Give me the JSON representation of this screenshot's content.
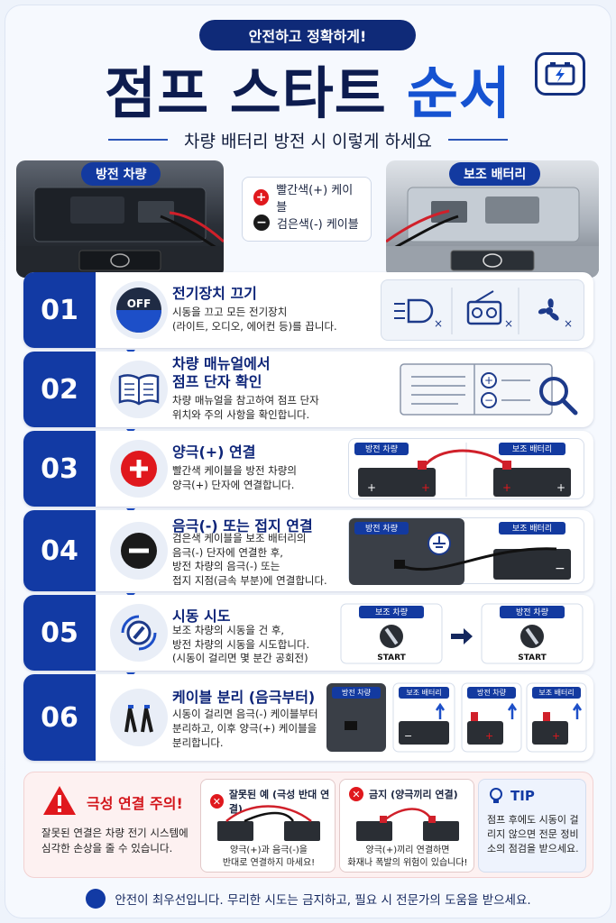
{
  "header": {
    "pill": "안전하고 정확하게!",
    "title_part1": "점프 스타트",
    "title_part2": "순서",
    "subtitle": "차량 배터리 방전 시 이렇게 하세요"
  },
  "cars": {
    "left_label": "방전 차량",
    "right_label": "보조 배터리"
  },
  "legend": {
    "red_label": "빨간색(+) 케이블",
    "black_label": "검은색(-) 케이블"
  },
  "steps": [
    {
      "num": "01",
      "title": "전기장치 끄기",
      "desc1": "시동을 끄고 모든 전기장치",
      "desc2": "(라이트, 오디오, 에어컨 등)를 끕니다.",
      "icon_label": "OFF"
    },
    {
      "num": "02",
      "title1": "차량 매뉴얼에서",
      "title2": "점프 단자 확인",
      "desc1": "차량 매뉴얼을 참고하여 점프 단자",
      "desc2": "위치와 주의 사항을 확인합니다."
    },
    {
      "num": "03",
      "title": "양극(+) 연결",
      "desc1": "빨간색 케이블을 방전 차량의",
      "desc2": "양극(+) 단자에 연결합니다.",
      "art_left": "방전 차량",
      "art_right": "보조 배터리"
    },
    {
      "num": "04",
      "title": "음극(-) 또는 접지 연결",
      "desc1": "검은색 케이블을 보조 배터리의",
      "desc2": "음극(-) 단자에 연결한 후,",
      "desc3": "방전 차량의 음극(-) 또는",
      "desc4": "접지 지점(금속 부분)에 연결합니다.",
      "art_left": "방전 차량",
      "art_right": "보조 배터리"
    },
    {
      "num": "05",
      "title": "시동 시도",
      "desc1": "보조 차량의 시동을 건 후,",
      "desc2": "방전 차량의 시동을 시도합니다.",
      "desc3": "(시동이 걸리면 몇 분간 공회전)",
      "art_left": "보조 차량",
      "art_right": "방전 차량",
      "start_label": "START"
    },
    {
      "num": "06",
      "title": "케이블 분리 (음극부터)",
      "desc1": "시동이 걸리면 음극(-) 케이블부터",
      "desc2": "분리하고, 이후 양극(+) 케이블을",
      "desc3": "분리합니다.",
      "art_labels": [
        "방전 차량",
        "보조 배터리",
        "방전 차량",
        "보조 배터리"
      ]
    }
  ],
  "warning": {
    "title": "극성 연결 주의!",
    "desc": "잘못된 연결은 차량 전기 시스템에 심각한 손상을 줄 수 있습니다.",
    "card1_title": "잘못된 예 (극성 반대 연결)",
    "card1_note1": "양극(+)과 음극(-)을",
    "card1_note2": "반대로 연결하지 마세요!",
    "card2_title": "금지 (양극끼리 연결)",
    "card2_note1": "양극(+)끼리 연결하면",
    "card2_note2": "화재나 폭발의 위험이 있습니다!"
  },
  "tip": {
    "title": "TIP",
    "desc": "점프 후에도 시동이 걸리지 않으면 전문 정비소의 점검을 받으세요."
  },
  "footer": "안전이 최우선입니다. 무리한 시도는 금지하고, 필요 시 전문가의 도움을 받으세요.",
  "colors": {
    "navy": "#123aa4",
    "red": "#e0181d",
    "accent_blue": "#1552d1"
  }
}
